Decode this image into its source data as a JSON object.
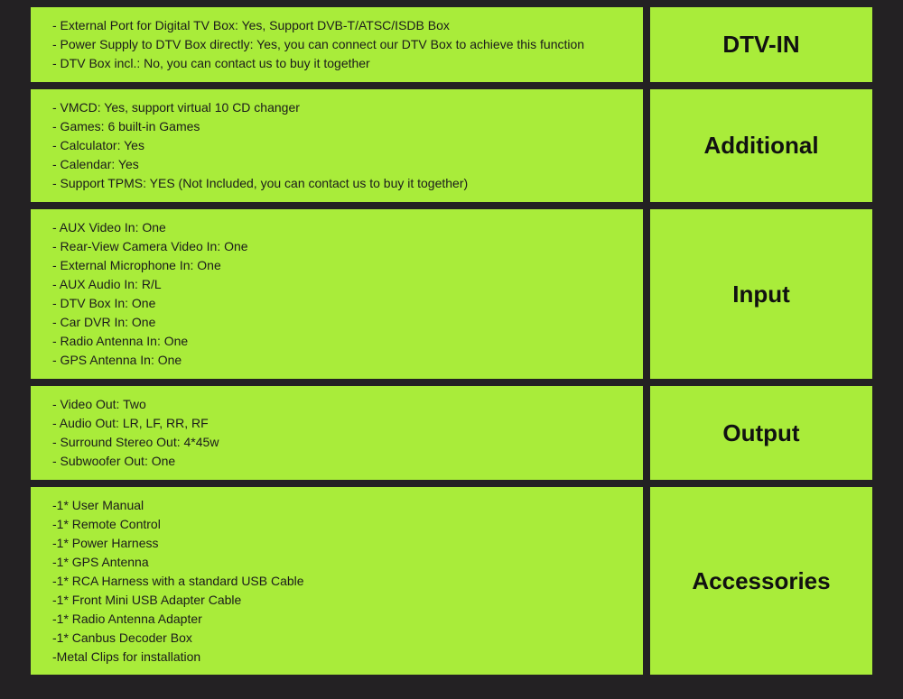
{
  "sections": [
    {
      "category": "DTV-IN",
      "lines": [
        "- External Port for Digital TV Box: Yes, Support DVB-T/ATSC/ISDB Box",
        "- Power Supply to DTV Box directly: Yes, you can connect our DTV Box to achieve this function",
        "- DTV Box incl.: No, you can contact us to buy it together"
      ]
    },
    {
      "category": "Additional",
      "lines": [
        "- VMCD: Yes, support virtual 10 CD changer",
        "- Games: 6 built-in Games",
        "- Calculator: Yes",
        "- Calendar: Yes",
        "- Support TPMS: YES (Not Included, you can contact us to buy it together)"
      ]
    },
    {
      "category": "Input",
      "lines": [
        "- AUX Video In: One",
        "- Rear-View Camera Video In: One",
        "- External Microphone In: One",
        "- AUX Audio In: R/L",
        "- DTV Box In: One",
        "- Car DVR In: One",
        "- Radio Antenna In: One",
        "- GPS Antenna In: One"
      ]
    },
    {
      "category": "Output",
      "lines": [
        "- Video Out: Two",
        "- Audio Out: LR, LF, RR, RF",
        "- Surround Stereo Out: 4*45w",
        "- Subwoofer Out: One"
      ]
    },
    {
      "category": "Accessories",
      "lines": [
        "-1* User Manual",
        "-1* Remote Control",
        "-1* Power Harness",
        "-1* GPS Antenna",
        "-1* RCA Harness with a standard USB Cable",
        "-1* Front Mini USB Adapter Cable",
        "-1* Radio Antenna Adapter",
        "-1* Canbus Decoder Box",
        "-Metal Clips for installation"
      ]
    }
  ],
  "colors": {
    "background": "#232123",
    "cell": "#a9ec3a",
    "text": "#1b1b1b"
  }
}
